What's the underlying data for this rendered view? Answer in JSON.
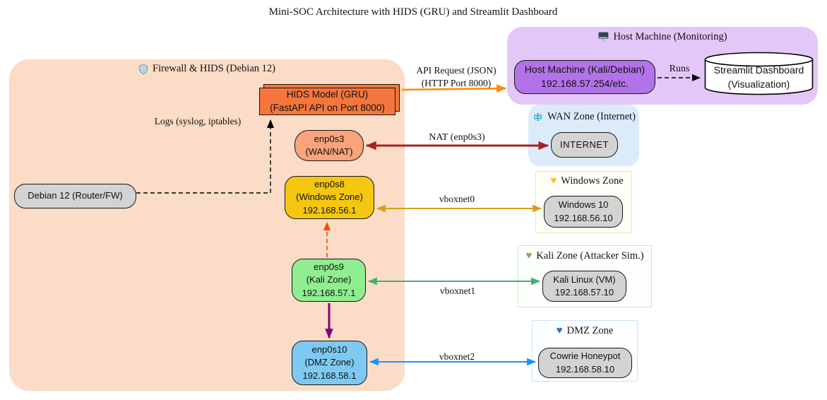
{
  "title": "Mini-SOC Architecture with HIDS (GRU) and Streamlit Dashboard",
  "zones": {
    "firewall": {
      "label": "Firewall & HIDS (Debian 12)",
      "icon": "shield-icon"
    },
    "host": {
      "label": "Host Machine (Monitoring)",
      "icon": "monitor-icon"
    },
    "wan": {
      "label": "WAN Zone (Internet)",
      "icon": "globe-icon"
    },
    "windows": {
      "label": "Windows Zone",
      "icon": "yellow-heart-icon"
    },
    "kali": {
      "label": "Kali Zone (Attacker Sim.)",
      "icon": "green-heart-icon"
    },
    "dmz": {
      "label": "DMZ Zone",
      "icon": "blue-heart-icon"
    }
  },
  "nodes": {
    "hids": {
      "lines": [
        "HIDS Model (GRU)",
        "(FastAPI API on Port 8000)"
      ]
    },
    "enp0s3": {
      "lines": [
        "enp0s3",
        "(WAN/NAT)"
      ]
    },
    "enp0s8": {
      "lines": [
        "enp0s8",
        "(Windows Zone)",
        "192.168.56.1"
      ]
    },
    "enp0s9": {
      "lines": [
        "enp0s9",
        "(Kali Zone)",
        "192.168.57.1"
      ]
    },
    "enp0s10": {
      "lines": [
        "enp0s10",
        "(DMZ Zone)",
        "192.168.58.1"
      ]
    },
    "debian": {
      "lines": [
        "Debian 12 (Router/FW)"
      ]
    },
    "host_machine": {
      "lines": [
        "Host Machine (Kali/Debian)",
        "192.168.57.254/etc."
      ]
    },
    "streamlit": {
      "lines": [
        "Streamlit Dashboard",
        "(Visualization)"
      ]
    },
    "internet": {
      "lines": [
        "INTERNET"
      ]
    },
    "windows10": {
      "lines": [
        "Windows 10",
        "192.168.56.10"
      ]
    },
    "kali_vm": {
      "lines": [
        "Kali Linux (VM)",
        "192.168.57.10"
      ]
    },
    "cowrie": {
      "lines": [
        "Cowrie Honeypot",
        "192.168.58.10"
      ]
    }
  },
  "edges": {
    "api_request": {
      "label_lines": [
        "API Request (JSON)",
        "(HTTP Port 8000)"
      ],
      "color": "#ff8c00",
      "style": "solid"
    },
    "logs": {
      "label": "Logs (syslog, iptables)",
      "color": "#000000",
      "style": "dashed"
    },
    "runs": {
      "label": "Runs",
      "color": "#000000",
      "style": "dashed"
    },
    "nat": {
      "label": "NAT (enp0s3)",
      "color": "#a52222",
      "style": "solid-double"
    },
    "vboxnet0": {
      "label": "vboxnet0",
      "color": "#d4a017",
      "style": "solid-double"
    },
    "vboxnet1": {
      "label": "vboxnet1",
      "color": "#3cb371",
      "style": "solid-double"
    },
    "vboxnet2": {
      "label": "vboxnet2",
      "color": "#1e90ff",
      "style": "solid-double"
    },
    "kali_to_windows": {
      "label": "",
      "color": "#ff4500",
      "style": "dashed"
    },
    "kali_to_dmz": {
      "label": "",
      "color": "#800080",
      "style": "solid"
    }
  },
  "colors": {
    "firewall_zone_fill": "#fbdcc7",
    "host_zone_fill": "#e3c7f8",
    "wan_zone_fill": "#dcebfa",
    "hids_node_fill": "#f4763c",
    "enp0s3_fill": "#f9a47b",
    "enp0s8_fill": "#f6c712",
    "enp0s9_fill": "#90ee90",
    "enp0s10_fill": "#7ec9f2",
    "host_machine_fill": "#b273e8",
    "gray_node_fill": "#d3d3d3"
  }
}
